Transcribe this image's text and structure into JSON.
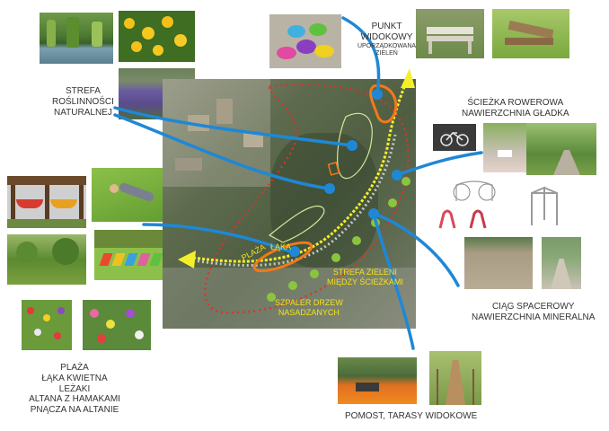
{
  "labels": {
    "strefa_roslinnosci": [
      "STREFA",
      "ROŚLINNOŚCI",
      "NATURALNEJ"
    ],
    "punkt_widokowy": {
      "title": "PUNKT",
      "title2": "WIDOKOWY",
      "sub1": "UPORZĄDKOWANA",
      "sub2": "ZIELEŃ"
    },
    "sciezka_rowerowa": [
      "ŚCIEŻKA ROWEROWA",
      "NAWIERZCHNIA GŁADKA"
    ],
    "ciag_spacerowy": [
      "CIĄG SPACEROWY",
      "NAWIERZCHNIA MINERALNA"
    ],
    "pomost": "POMOST, TARASY WIDOKOWE",
    "plaza_list": [
      "PLAŻA",
      "ŁĄKA KWIETNA",
      "LEŻAKI",
      "ALTANA Z HAMAKAMI",
      "PNĄCZA NA ALTANIE"
    ]
  },
  "map_labels": {
    "plaza": "PLAŻA",
    "laka": "ŁĄKA",
    "strefa_zieleni": [
      "STREFA ZIELENI",
      "MIĘDZY ŚCIEŻKAMI"
    ],
    "szpaler": [
      "SZPALER DRZEW",
      "NASADZANYCH"
    ]
  },
  "colors": {
    "connector": "#1e88d6",
    "path_yellow": "#f5ef2a",
    "path_green": "#8bc53f",
    "zone_red": "#e0302a",
    "beach_orange": "#f07a1a",
    "map_text": "#f7e21c"
  }
}
